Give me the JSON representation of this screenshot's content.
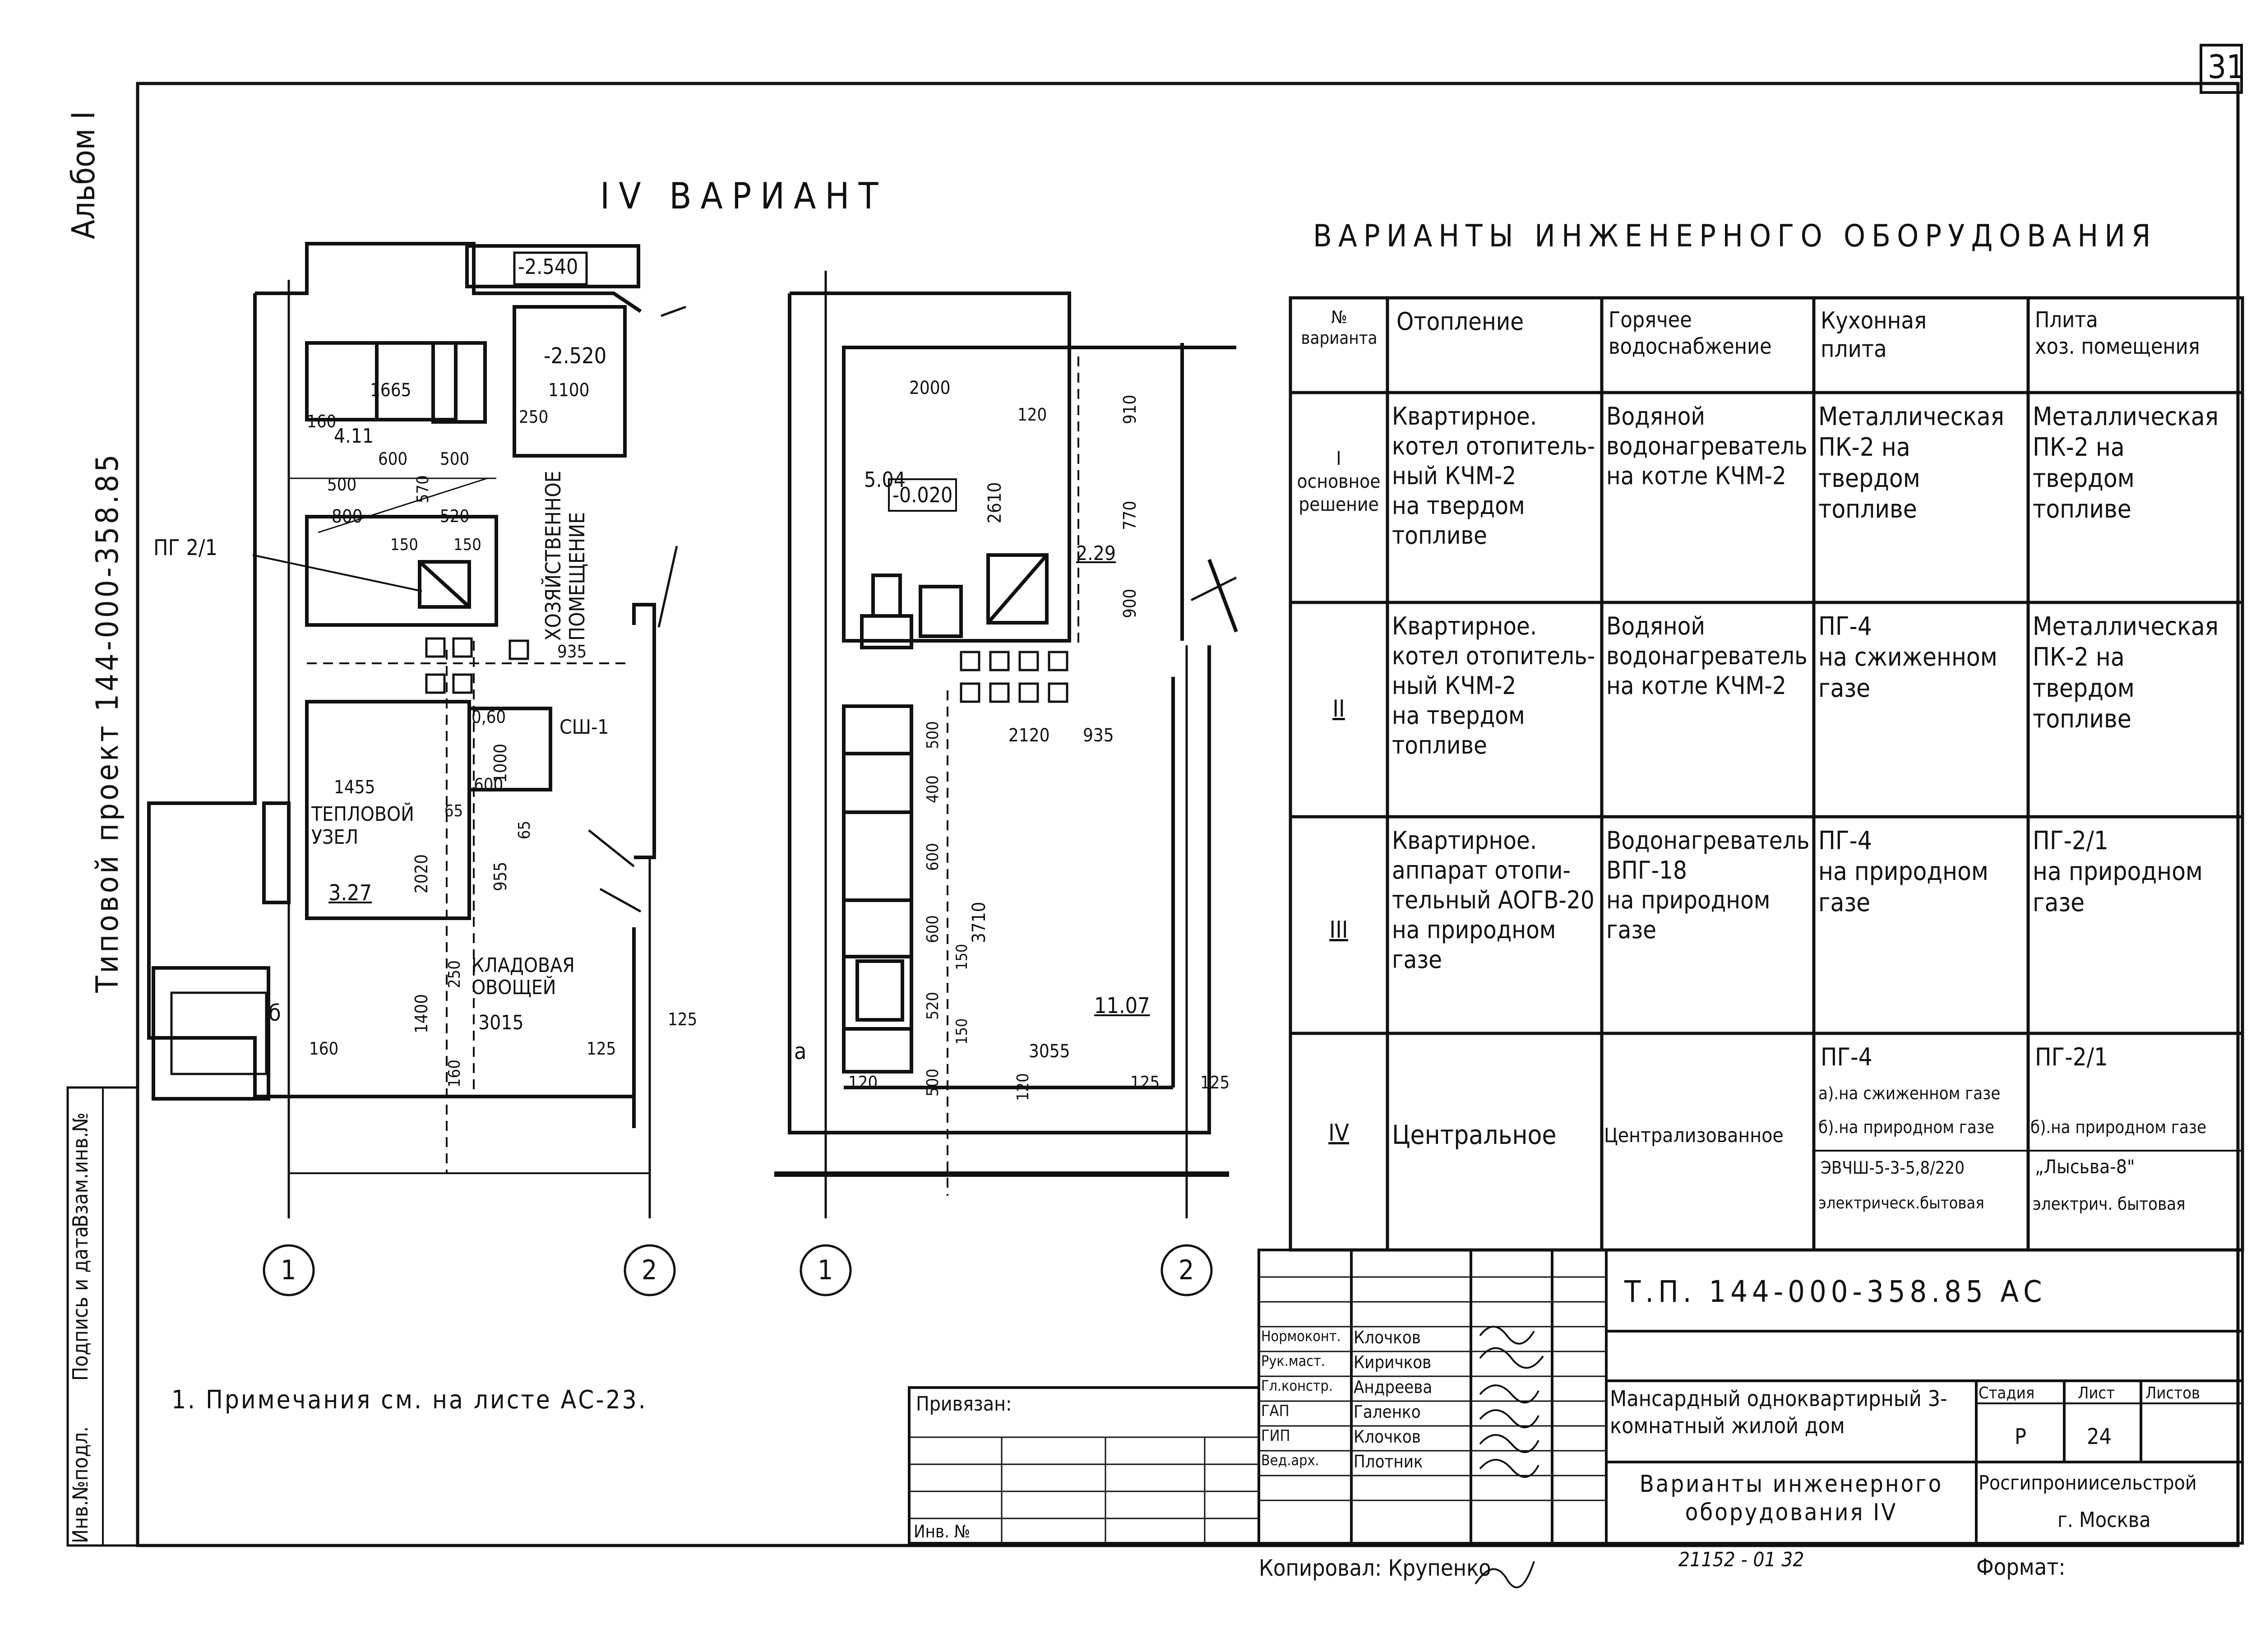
{
  "sheet_number": "31",
  "side_labels": {
    "album": "Альбом I",
    "project": "Типовой проект  144-000-358.85",
    "stamp_col1": "Инв.№подл.",
    "stamp_col2": "Подпись и дата",
    "stamp_col3": "Взам.инв.№"
  },
  "variant_title": "IV вариант",
  "plan1": {
    "elevation_top": "-2.540",
    "elevation_room": "-2.520",
    "area_a": "4.11",
    "area_heat_node": "3.27",
    "gas_stove": "ПГ 2/1",
    "room_household": "Хозяйственное помещение",
    "room_heat_node": "Тепловой узел",
    "room_pantry": "Кладовая овощей",
    "dim_pantry": "3015",
    "label_sh": "СШ-1",
    "axis_letter": "б",
    "dims": [
      "1665",
      "1100",
      "160",
      "250",
      "600",
      "500",
      "500",
      "570",
      "800",
      "520",
      "150",
      "150",
      "935",
      "0,60",
      "1000",
      "600",
      "1455",
      "65",
      "65",
      "2020",
      "955",
      "250",
      "1400",
      "160",
      "160",
      "125",
      "125"
    ]
  },
  "plan2": {
    "area_top": "5.04",
    "elevation": "-0.020",
    "area_side": "2.29",
    "area_main": "11.07",
    "axis_letter": "а",
    "dims": [
      "2000",
      "120",
      "2610",
      "910",
      "770",
      "900",
      "2120",
      "935",
      "500",
      "400",
      "600",
      "600",
      "3710",
      "150",
      "520",
      "150",
      "500",
      "3055",
      "120",
      "120",
      "125",
      "125"
    ]
  },
  "axes": [
    "1",
    "2",
    "1",
    "2"
  ],
  "note": "1. Примечания см. на листе АС-23.",
  "table": {
    "title": "Варианты инженерного оборудования",
    "headers": [
      "№\nварианта",
      "Отопление",
      "Горячее\nводоснабжение",
      "Кухонная\nплита",
      "Плита\nхоз. помещения"
    ],
    "rows": [
      [
        "I\nосновное\nрешение",
        "Квартирное.\nкотел отопитель-\nный КЧМ-2\nна твердом\nтопливе",
        "Водяной\nводонагреватель\nна котле КЧМ-2",
        "Металлическая\nПК-2 на\nтвердом\nтопливе",
        "Металлическая\nПК-2 на\nтвердом\nтопливе"
      ],
      [
        "II",
        "Квартирное.\nкотел отопитель-\nный КЧМ-2\nна твердом\nтопливе",
        "Водяной\nводонагреватель\nна котле КЧМ-2",
        "ПГ-4\nна сжиженном\nгазе",
        "Металлическая\nПК-2 на\nтвердом\nтопливе"
      ],
      [
        "III",
        "Квартирное.\nаппарат отопи-\nтельный АОГВ-20\nна природном\nгазе",
        "Водонагреватель\nВПГ-18\nна природном\nгазе",
        "ПГ-4\nна природном\nгазе",
        "ПГ-2/1\nна природном\nгазе"
      ]
    ],
    "row4": {
      "variant": "IV",
      "heating": "Центральное",
      "hot_water": "Централизованное",
      "stove_title": "ПГ-4",
      "stove_a": "а).на сжиженном газе",
      "stove_b": "б).на природном газе",
      "stove_elec_model": "ЭВЧШ-5-3-5,8/220",
      "stove_elec": "электрическ.бытовая",
      "house_title": "ПГ-2/1",
      "house_b": "б).на природном газе",
      "house_elec_model": "„Лысьва-8\"",
      "house_elec": "электрич. бытовая"
    }
  },
  "title_block": {
    "code": "Т.П.   144-000-358.85    АС",
    "roles": [
      "Нормоконт.",
      "Рук.маст.",
      "Гл.констр.",
      "ГАП",
      "ГИП",
      "Вед.арх."
    ],
    "names": [
      "Клочков",
      "Киричков",
      "Андреева",
      "Галенко",
      "Клочков",
      "Плотник"
    ],
    "object_title": "Мансардный одноквартирный 3-комнатный жилой дом",
    "stage_label": "Стадия",
    "sheet_label": "Лист",
    "sheets_label": "Листов",
    "stage": "Р",
    "sheet": "24",
    "drawing_title": "Варианты инженерного оборудования IV",
    "org": "Росгипрониисельстрой",
    "city": "г. Москва",
    "tied": "Привязан:",
    "inv": "Инв. №",
    "copied": "Копировал: Крупенко",
    "order": "21152 - 01     32",
    "format": "Формат:"
  },
  "colors": {
    "ink": "#111111",
    "paper": "#ffffff"
  }
}
